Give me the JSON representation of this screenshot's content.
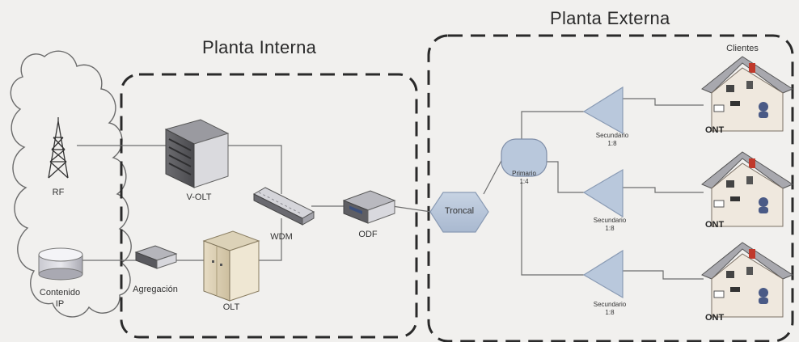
{
  "zones": {
    "internal_title": "Planta Interna",
    "external_title": "Planta Externa"
  },
  "nodes": {
    "rf": "RF",
    "content_line1": "Contenido",
    "content_line2": "IP",
    "aggregation": "Agregación",
    "volt": "V-OLT",
    "olt": "OLT",
    "wdm": "WDM",
    "odf": "ODF",
    "trunk": "Troncal",
    "primary_line1": "Primario",
    "primary_line2": "1:4",
    "secondary_label": "Secundario",
    "secondary_ratio": "1:8",
    "clients": "Clientes",
    "ont": "ONT"
  },
  "colors": {
    "splitter_fill": "#b9c8dc",
    "splitter_stroke": "#8a9bb4",
    "line": "#6e6e6e",
    "dash": "#2a2a2a"
  }
}
